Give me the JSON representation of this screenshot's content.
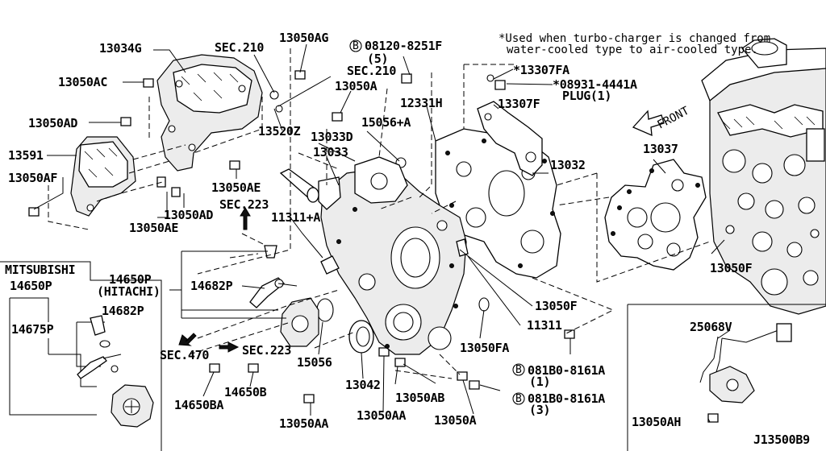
{
  "diagram_code": "J13500B9",
  "notes": {
    "turbo_line1": "*Used when turbo-charger is changed from",
    "turbo_line2": "water-cooled type to air-cooled type.",
    "front": "FRONT"
  },
  "inset_labels": {
    "mitsubishi": "MITSUBISHI",
    "hitachi": "(HITACHI)"
  },
  "callouts": {
    "p13034G": "13034G",
    "p13050AC": "13050AC",
    "p13050AD_left": "13050AD",
    "p13591": "13591",
    "p13050AF": "13050AF",
    "p13050AE_left": "13050AE",
    "p13050AD_lower": "13050AD",
    "p13050AE_mid": "13050AE",
    "sec210_a": "SEC.210",
    "sec210_b": "SEC.210",
    "p13050AG": "13050AG",
    "p13050A_top": "13050A",
    "p13520Z": "13520Z",
    "p13033D": "13033D",
    "p13033": "13033",
    "p15056A": "15056+A",
    "p12331H": "12331H",
    "bolt_08120": "08120-8251F",
    "bolt_08120_qty": "(5)",
    "p13307FA": "*13307FA",
    "bolt_08931": "*08931-4441A",
    "plug": "PLUG(1)",
    "p13307F": "13307F",
    "p13037": "13037",
    "p13032": "13032",
    "sec223_a": "SEC.223",
    "p11311A": "11311+A",
    "p13050F_right": "13050F",
    "p13050F_mid": "13050F",
    "p11311": "11311",
    "p13050FA": "13050FA",
    "p14650P_hitachi": "14650P",
    "p14682P_hitachi": "14682P",
    "sec470": "SEC.470",
    "sec223_b": "SEC.223",
    "p15056": "15056",
    "p13042": "13042",
    "p14650BA": "14650BA",
    "p14650B": "14650B",
    "p13050AA_left": "13050AA",
    "p13050AA_mid": "13050AA",
    "p13050AB": "13050AB",
    "p13050A_low": "13050A",
    "bolt_081b0_1": "081B0-8161A",
    "bolt_081b0_1_qty": "(1)",
    "bolt_081b0_2": "081B0-8161A",
    "bolt_081b0_2_qty": "(3)",
    "p14650P_mitsu": "14650P",
    "p14675P": "14675P",
    "p14682P_mitsu": "14682P",
    "p25068V": "25068V",
    "p13050AH": "13050AH",
    "circled_b": "B"
  }
}
